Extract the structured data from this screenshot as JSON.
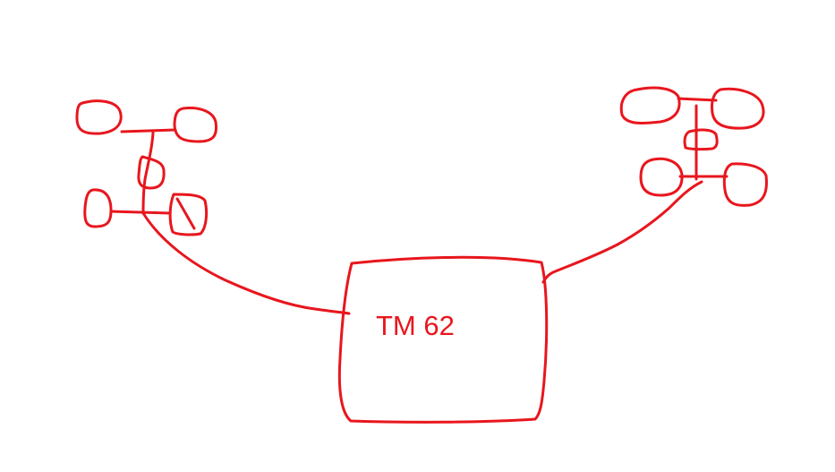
{
  "colors": {
    "ink": "#e8161d",
    "background": "#ffffff"
  },
  "central_box": {
    "label": "TM 62"
  },
  "left_cluster": {
    "nodes": 5,
    "shape": "rounded-blob"
  },
  "right_cluster": {
    "nodes": 5,
    "shape": "rounded-blob"
  }
}
